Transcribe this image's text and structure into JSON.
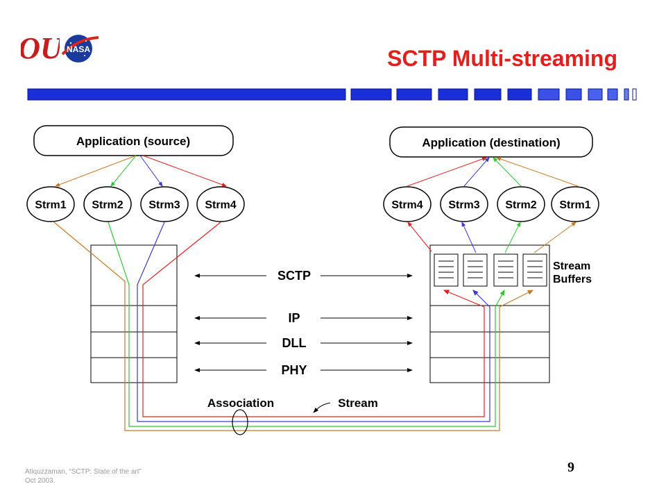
{
  "slide": {
    "title": "SCTP Multi-streaming",
    "page_number": "9",
    "footer_line1": "Atiquzzaman, “SCTP: State of the art”",
    "footer_line2": "Oct 2003."
  },
  "logos": {
    "ou_logo": "OU",
    "nasa_logo": "NASA"
  },
  "colors": {
    "title": "#e0201c",
    "title_bar": "#1a2fd8",
    "stream1": "#c87820",
    "stream2": "#2ec82e",
    "stream3": "#3a3ad0",
    "stream4": "#e02020"
  },
  "diagram": {
    "source_app": "Application (source)",
    "dest_app": "Application (destination)",
    "source_streams": [
      "Strm1",
      "Strm2",
      "Strm3",
      "Strm4"
    ],
    "dest_streams": [
      "Strm4",
      "Strm3",
      "Strm2",
      "Strm1"
    ],
    "layers": [
      "SCTP",
      "IP",
      "DLL",
      "PHY"
    ],
    "stream_buffers_line1": "Stream",
    "stream_buffers_line2": "Buffers",
    "association_label": "Association",
    "stream_label": "Stream"
  }
}
